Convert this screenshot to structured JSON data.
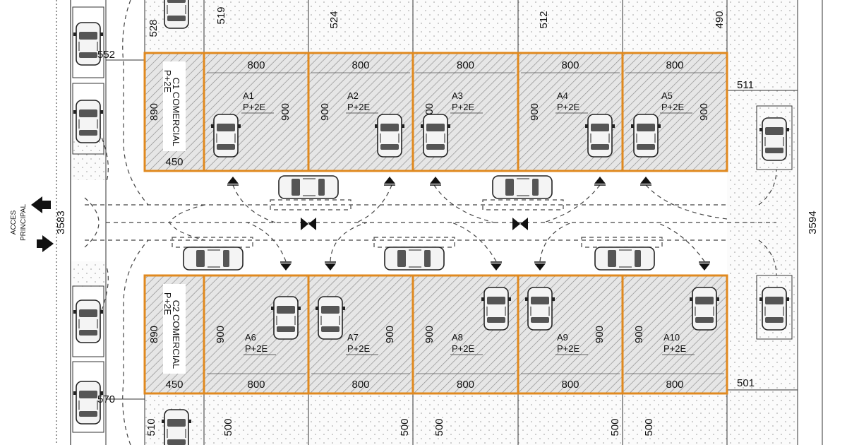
{
  "plan": {
    "colors": {
      "lot_border": "#e0891f",
      "lot_fill": "#e4e4e4",
      "hatch": "#888888",
      "line": "#333333"
    },
    "access": {
      "line1": "ACCES",
      "line2": "PRINCIPAL",
      "width": "3583"
    },
    "right_total": "3594",
    "top_dims": [
      "528",
      "519",
      "524",
      "512",
      "490"
    ],
    "bottom_dims": [
      "510",
      "500",
      "500",
      "500",
      "500",
      "500"
    ],
    "left_dims": {
      "top": "552",
      "bottom": "570"
    },
    "right_dims": {
      "top": "511",
      "bottom": "501"
    },
    "top_row": {
      "commercial": {
        "name": "C1 COMERCIAL",
        "levels": "P+2E",
        "depth": "890",
        "width": "450"
      },
      "lots": [
        {
          "name": "A1",
          "levels": "P+2E",
          "width": "800",
          "depth": "900"
        },
        {
          "name": "A2",
          "levels": "P+2E",
          "width": "800",
          "depth": "900"
        },
        {
          "name": "A3",
          "levels": "P+2E",
          "width": "800",
          "depth": "900"
        },
        {
          "name": "A4",
          "levels": "P+2E",
          "width": "800",
          "depth": "900"
        },
        {
          "name": "A5",
          "levels": "P+2E",
          "width": "800",
          "depth": "900"
        }
      ]
    },
    "bottom_row": {
      "commercial": {
        "name": "C2 COMERCIAL",
        "levels": "P+2E",
        "depth": "890",
        "width": "450"
      },
      "lots": [
        {
          "name": "A6",
          "levels": "P+2E",
          "width": "800",
          "depth": "900"
        },
        {
          "name": "A7",
          "levels": "P+2E",
          "width": "800",
          "depth": "900"
        },
        {
          "name": "A8",
          "levels": "P+2E",
          "width": "800",
          "depth": "900"
        },
        {
          "name": "A9",
          "levels": "P+2E",
          "width": "800",
          "depth": "900"
        },
        {
          "name": "A10",
          "levels": "P+2E",
          "width": "800",
          "depth": "900"
        }
      ]
    },
    "icons": {
      "car": "car-icon",
      "arrow": "arrow-icon",
      "entrance": "entrance-marker-icon"
    }
  }
}
